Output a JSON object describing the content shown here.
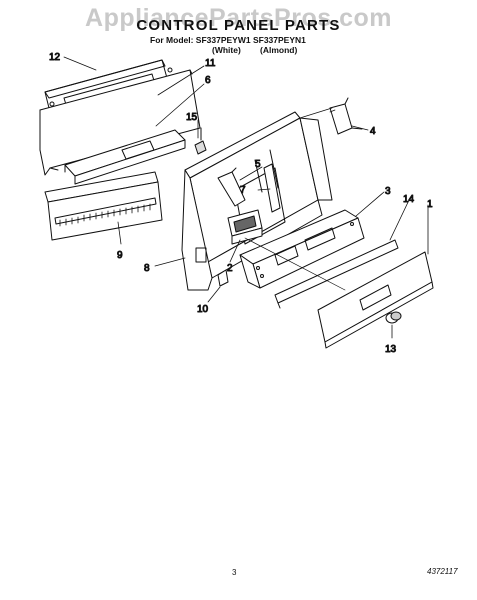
{
  "watermark": "AppliancePartsPros.com",
  "header": {
    "title": "CONTROL PANEL PARTS",
    "model_line": "For Model: SF337PEYW1  SF337PEYN1",
    "color_white": "(White)",
    "color_almond": "(Almond)"
  },
  "callouts": {
    "c1": "1",
    "c2": "2",
    "c3": "3",
    "c4": "4",
    "c5": "5",
    "c6": "6",
    "c7": "7",
    "c8": "8",
    "c9": "9",
    "c10": "10",
    "c11": "11",
    "c12": "12",
    "c13": "13",
    "c14": "14",
    "c15": "15"
  },
  "footer": {
    "page_number": "3",
    "doc_code": "4372117"
  }
}
